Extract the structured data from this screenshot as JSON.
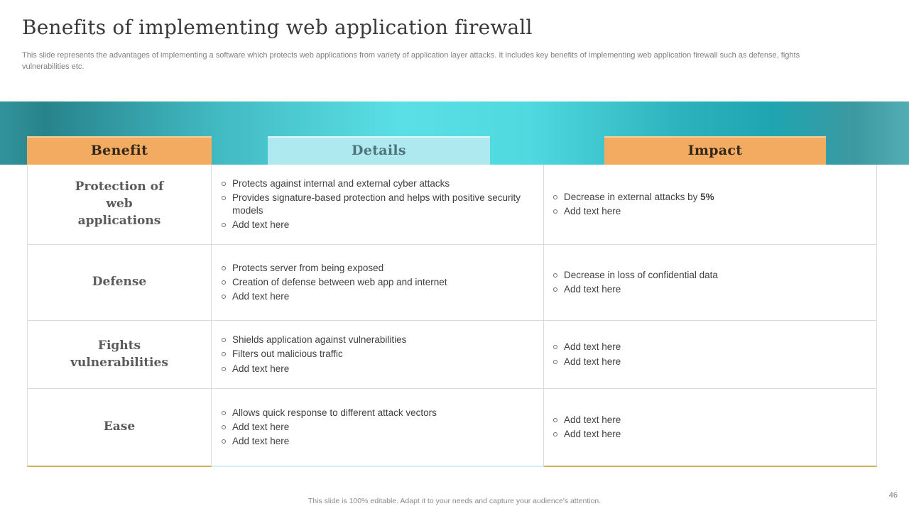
{
  "slide": {
    "title": "Benefits of implementing web application firewall",
    "subtitle": "This slide represents the advantages of implementing a software which protects web applications from variety of application layer attacks. It includes key benefits of implementing web application firewall such as defense, fights vulnerabilities etc.",
    "footer": "This slide is 100% editable. Adapt it to your needs and capture your audience's attention.",
    "page_number": "46"
  },
  "table": {
    "headers": [
      {
        "label": "Benefit",
        "style": "orange"
      },
      {
        "label": "Details",
        "style": "cyan"
      },
      {
        "label": "Impact",
        "style": "orange"
      }
    ],
    "rows": [
      {
        "benefit": "Protection of web applications",
        "details": [
          "Protects against internal and external cyber attacks",
          "Provides signature-based protection and helps with positive security models",
          "Add text here"
        ],
        "impact": [
          "Decrease in external attacks by **5%**",
          "Add text here"
        ]
      },
      {
        "benefit": "Defense",
        "details": [
          "Protects server from being exposed",
          "Creation of defense between web app and internet",
          "Add text here"
        ],
        "impact": [
          "Decrease in loss of confidential data",
          "Add text here"
        ]
      },
      {
        "benefit": "Fights vulnerabilities",
        "details": [
          "Shields application against vulnerabilities",
          "Filters out malicious traffic",
          "Add text here"
        ],
        "impact": [
          "Add text here",
          "Add text here"
        ]
      },
      {
        "benefit": "Ease",
        "details": [
          "Allows quick response to different attack vectors",
          "Add text here",
          "Add text here"
        ],
        "impact": [
          "Add text here",
          "Add text here"
        ]
      }
    ]
  },
  "colors": {
    "accent_orange": "#f3aa61",
    "accent_cyan": "#aee9f0",
    "band_teal_dark": "#27838c",
    "band_teal_light": "#5adfe6",
    "gold_bottom_border": "#d5ad5f",
    "cyan_bottom_border": "#cfeef5",
    "grid_line": "#dcdcdc"
  }
}
